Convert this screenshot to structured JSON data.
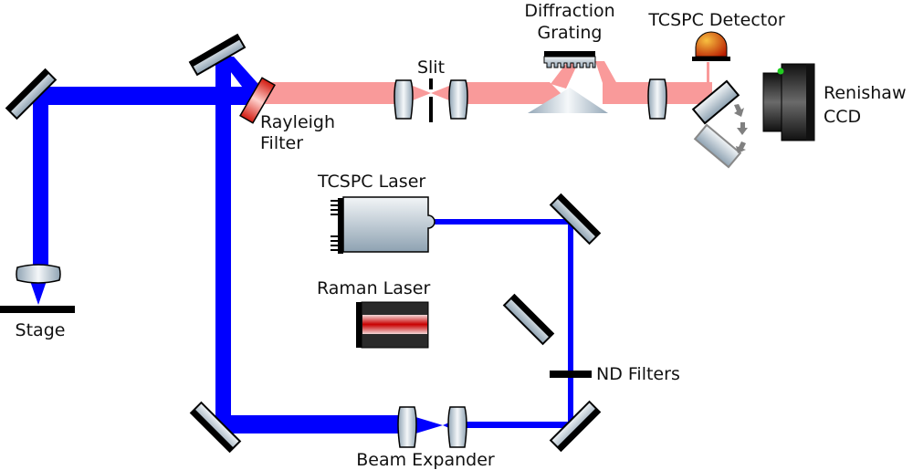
{
  "title": "Raman / TCSPC optical setup",
  "labels": {
    "diffraction_grating_line1": "Diffraction",
    "diffraction_grating_line2": "Grating",
    "tcspc_detector": "TCSPC Detector",
    "slit": "Slit",
    "rayleigh_filter_line1": "Rayleigh",
    "rayleigh_filter_line2": "Filter",
    "renishaw_ccd_line1": "Renishaw",
    "renishaw_ccd_line2": "CCD",
    "tcspc_laser": "TCSPC Laser",
    "raman_laser": "Raman Laser",
    "nd_filters": "ND Filters",
    "beam_expander": "Beam Expander",
    "stage": "Stage"
  },
  "colors": {
    "excitation_beam": "#0000ff",
    "raman_signal_beam": "#f99a9a",
    "rayleigh_filter": "#e0281e",
    "detector_dome": "#e06a10",
    "raman_laser_core": "#c80000",
    "ccd_indicator": "#22cc22",
    "mirror_backing": "#000000"
  }
}
